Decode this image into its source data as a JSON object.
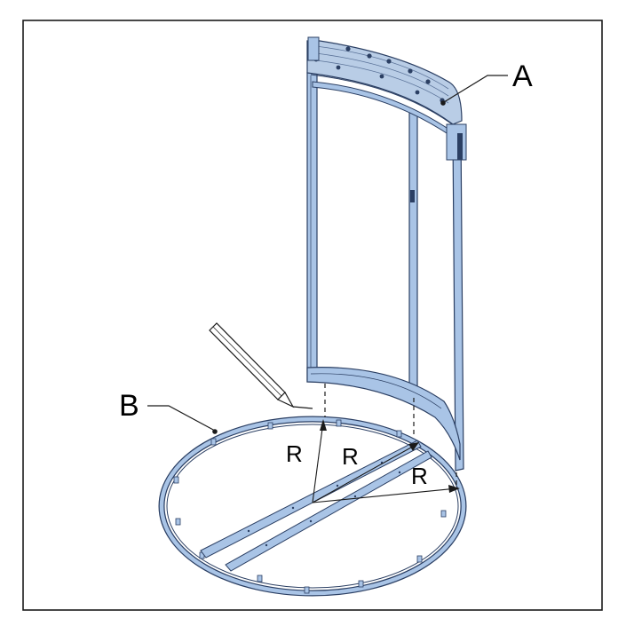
{
  "labels": {
    "callout_a": "A",
    "callout_b": "B",
    "radius_1": "R",
    "radius_2": "R",
    "radius_3": "R"
  },
  "colors": {
    "frame": "#1a1a1a",
    "profile_fill": "#a9c4e6",
    "profile_stroke": "#2b3f63",
    "glass": "#ffffff",
    "ink": "#000000"
  },
  "icons": {
    "marker_tool": "pencil-icon"
  }
}
